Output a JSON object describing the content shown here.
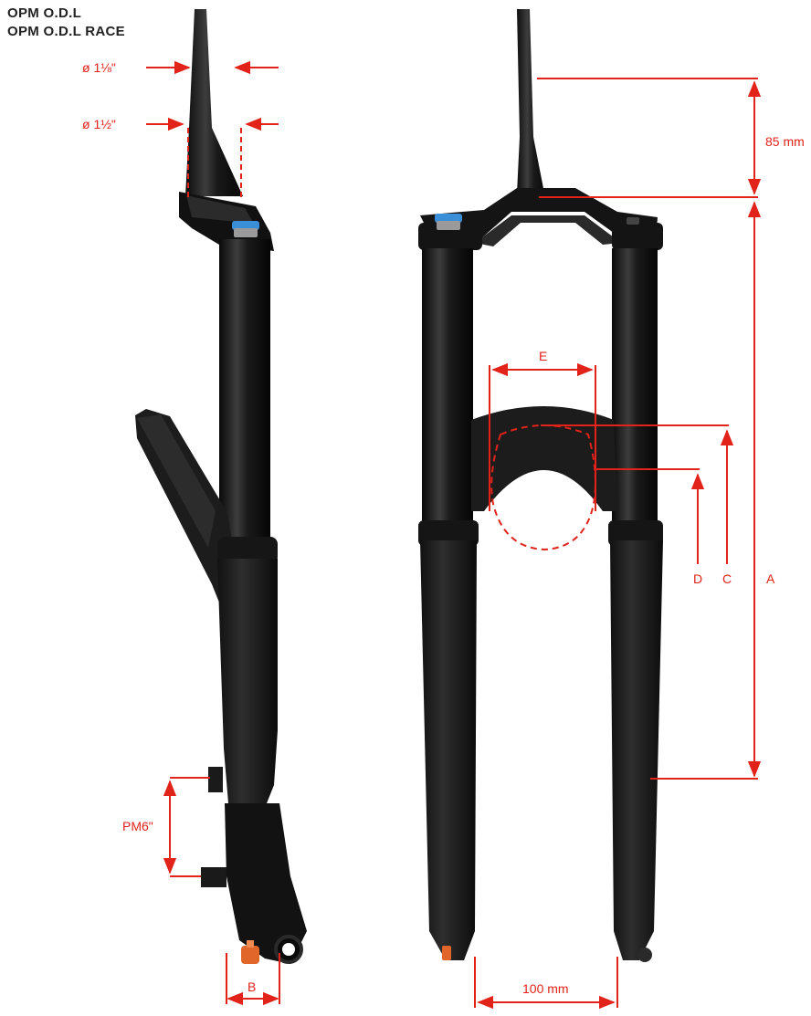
{
  "titles": [
    "OPM O.D.L",
    "OPM O.D.L RACE"
  ],
  "colors": {
    "dimension": "#e2231a",
    "fork_black": "#141414",
    "fork_highlight": "#3a3a3a",
    "accent_blue": "#3a8fd8",
    "accent_orange": "#e0662a",
    "text_dark": "#222222"
  },
  "labels": {
    "steerer_top_diameter": "ø 1⅛\"",
    "steerer_bottom_diameter": "ø 1½\"",
    "steerer_length": "85 mm",
    "brake_mount": "PM6\"",
    "axle_width": "B",
    "hub_spacing": "100 mm",
    "axle_to_crown": "A",
    "crown_clearance_c": "C",
    "crown_clearance_d": "D",
    "tire_width": "E"
  }
}
